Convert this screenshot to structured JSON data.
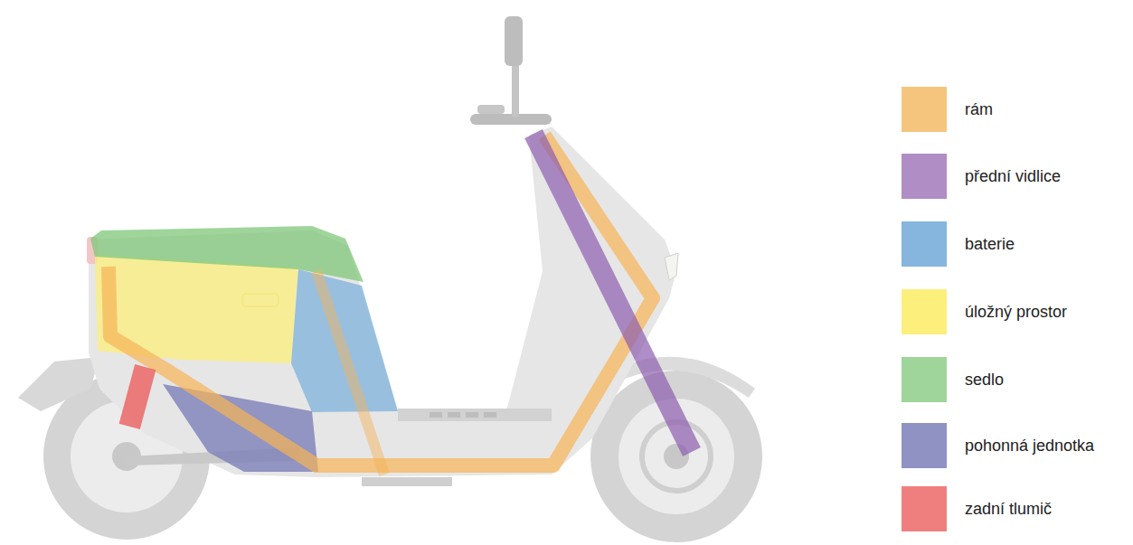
{
  "diagram": {
    "legend": [
      {
        "text": "rám",
        "color": "#f6c57d"
      },
      {
        "text": "přední vidlice",
        "color": "#b08dc5"
      },
      {
        "text": "baterie",
        "color": "#86b5dd"
      },
      {
        "text": "úložný prostor",
        "color": "#fcef7c"
      },
      {
        "text": "sedlo",
        "color": "#9fd59b"
      },
      {
        "text": "pohonná jednotka",
        "color": "#8f92c3"
      },
      {
        "text": "zadní tlumič",
        "color": "#ef7f7f"
      }
    ]
  }
}
